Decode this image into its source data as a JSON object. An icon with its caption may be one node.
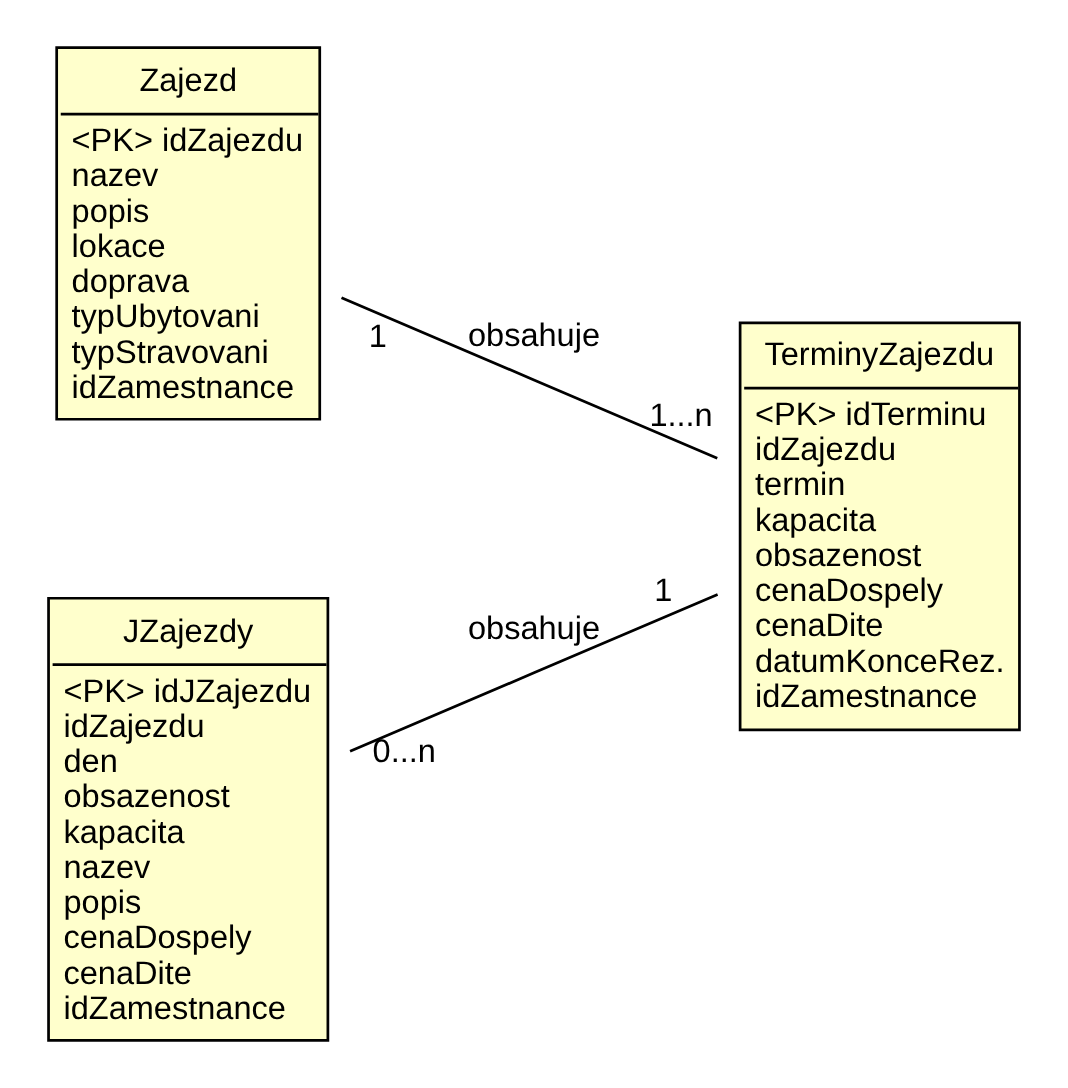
{
  "diagram": {
    "nodes": [
      {
        "text": [
          "Zajezd",
          "<PK> idZajezdu",
          "nazev",
          "popis",
          "lokace",
          "doprava",
          "typUbytovani",
          "typStravovani",
          "idZamestnance"
        ]
      },
      {
        "text": [
          "TerminyZajezdu",
          "<PK> idTerminu",
          "idZajezdu",
          "termin",
          "kapacita",
          "obsazenost",
          "cenaDospely",
          "cenaDite",
          "datumKonceRez.",
          "idZamestnance"
        ]
      },
      {
        "text": [
          "JZajezdy",
          "<PK> idJZajezdu",
          "idZajezdu",
          "den",
          "obsazenost",
          "kapacita",
          "nazev",
          "popis",
          "cenaDospely",
          "cenaDite",
          "idZamestnance"
        ]
      }
    ],
    "edges": [
      {
        "from": 0,
        "to": 1,
        "arrow": "none",
        "label": "obsahuje"
      },
      {
        "from": 1,
        "to": 2,
        "arrow": "none",
        "label": "obsahuje"
      }
    ],
    "labels": [
      "1",
      "1...n",
      "1",
      "0...n"
    ]
  }
}
